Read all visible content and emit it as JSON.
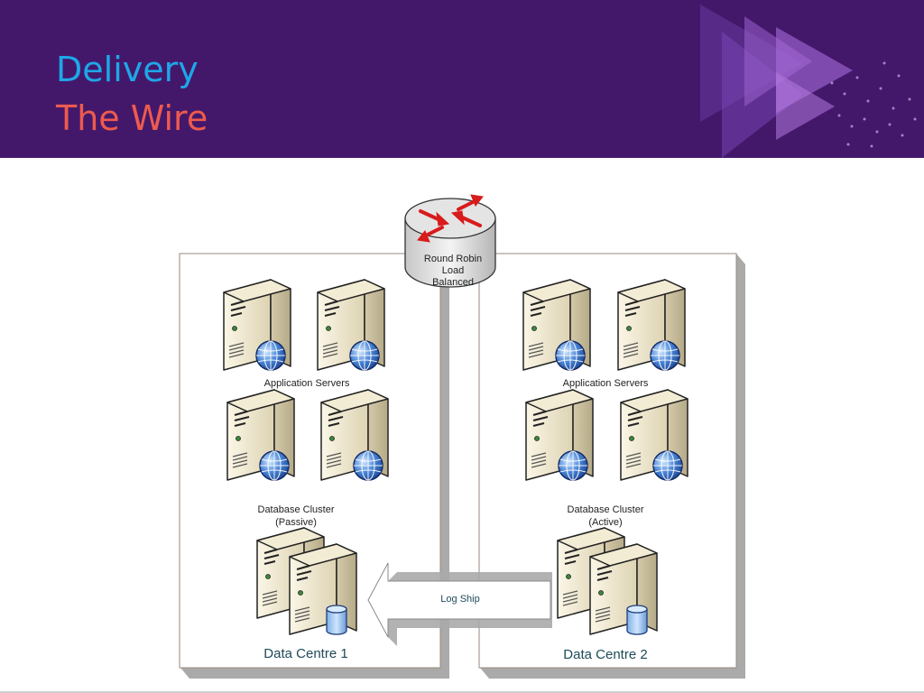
{
  "slide": {
    "title_line1": "Delivery",
    "title_line2": "The Wire",
    "colors": {
      "header_bg": "#43186b",
      "title_line1": "#1ea7e8",
      "title_line2": "#ee5a4e"
    }
  },
  "diagram": {
    "load_balancer": {
      "label_lines": [
        "Round Robin",
        "Load",
        "Balanced"
      ],
      "icon": "router-icon"
    },
    "data_centre_1": {
      "name": "Data Centre 1",
      "app_servers_label": "Application Servers",
      "db_label_lines": [
        "Database Cluster",
        "(Passive)"
      ]
    },
    "data_centre_2": {
      "name": "Data Centre 2",
      "app_servers_label": "Application Servers",
      "db_label_lines": [
        "Database Cluster",
        "(Active)"
      ]
    },
    "log_ship": {
      "label": "Log Ship",
      "direction": "from-data-centre-2-to-data-centre-1"
    },
    "icons": {
      "app_server": "web-server-icon",
      "db_server": "database-server-icon"
    }
  }
}
